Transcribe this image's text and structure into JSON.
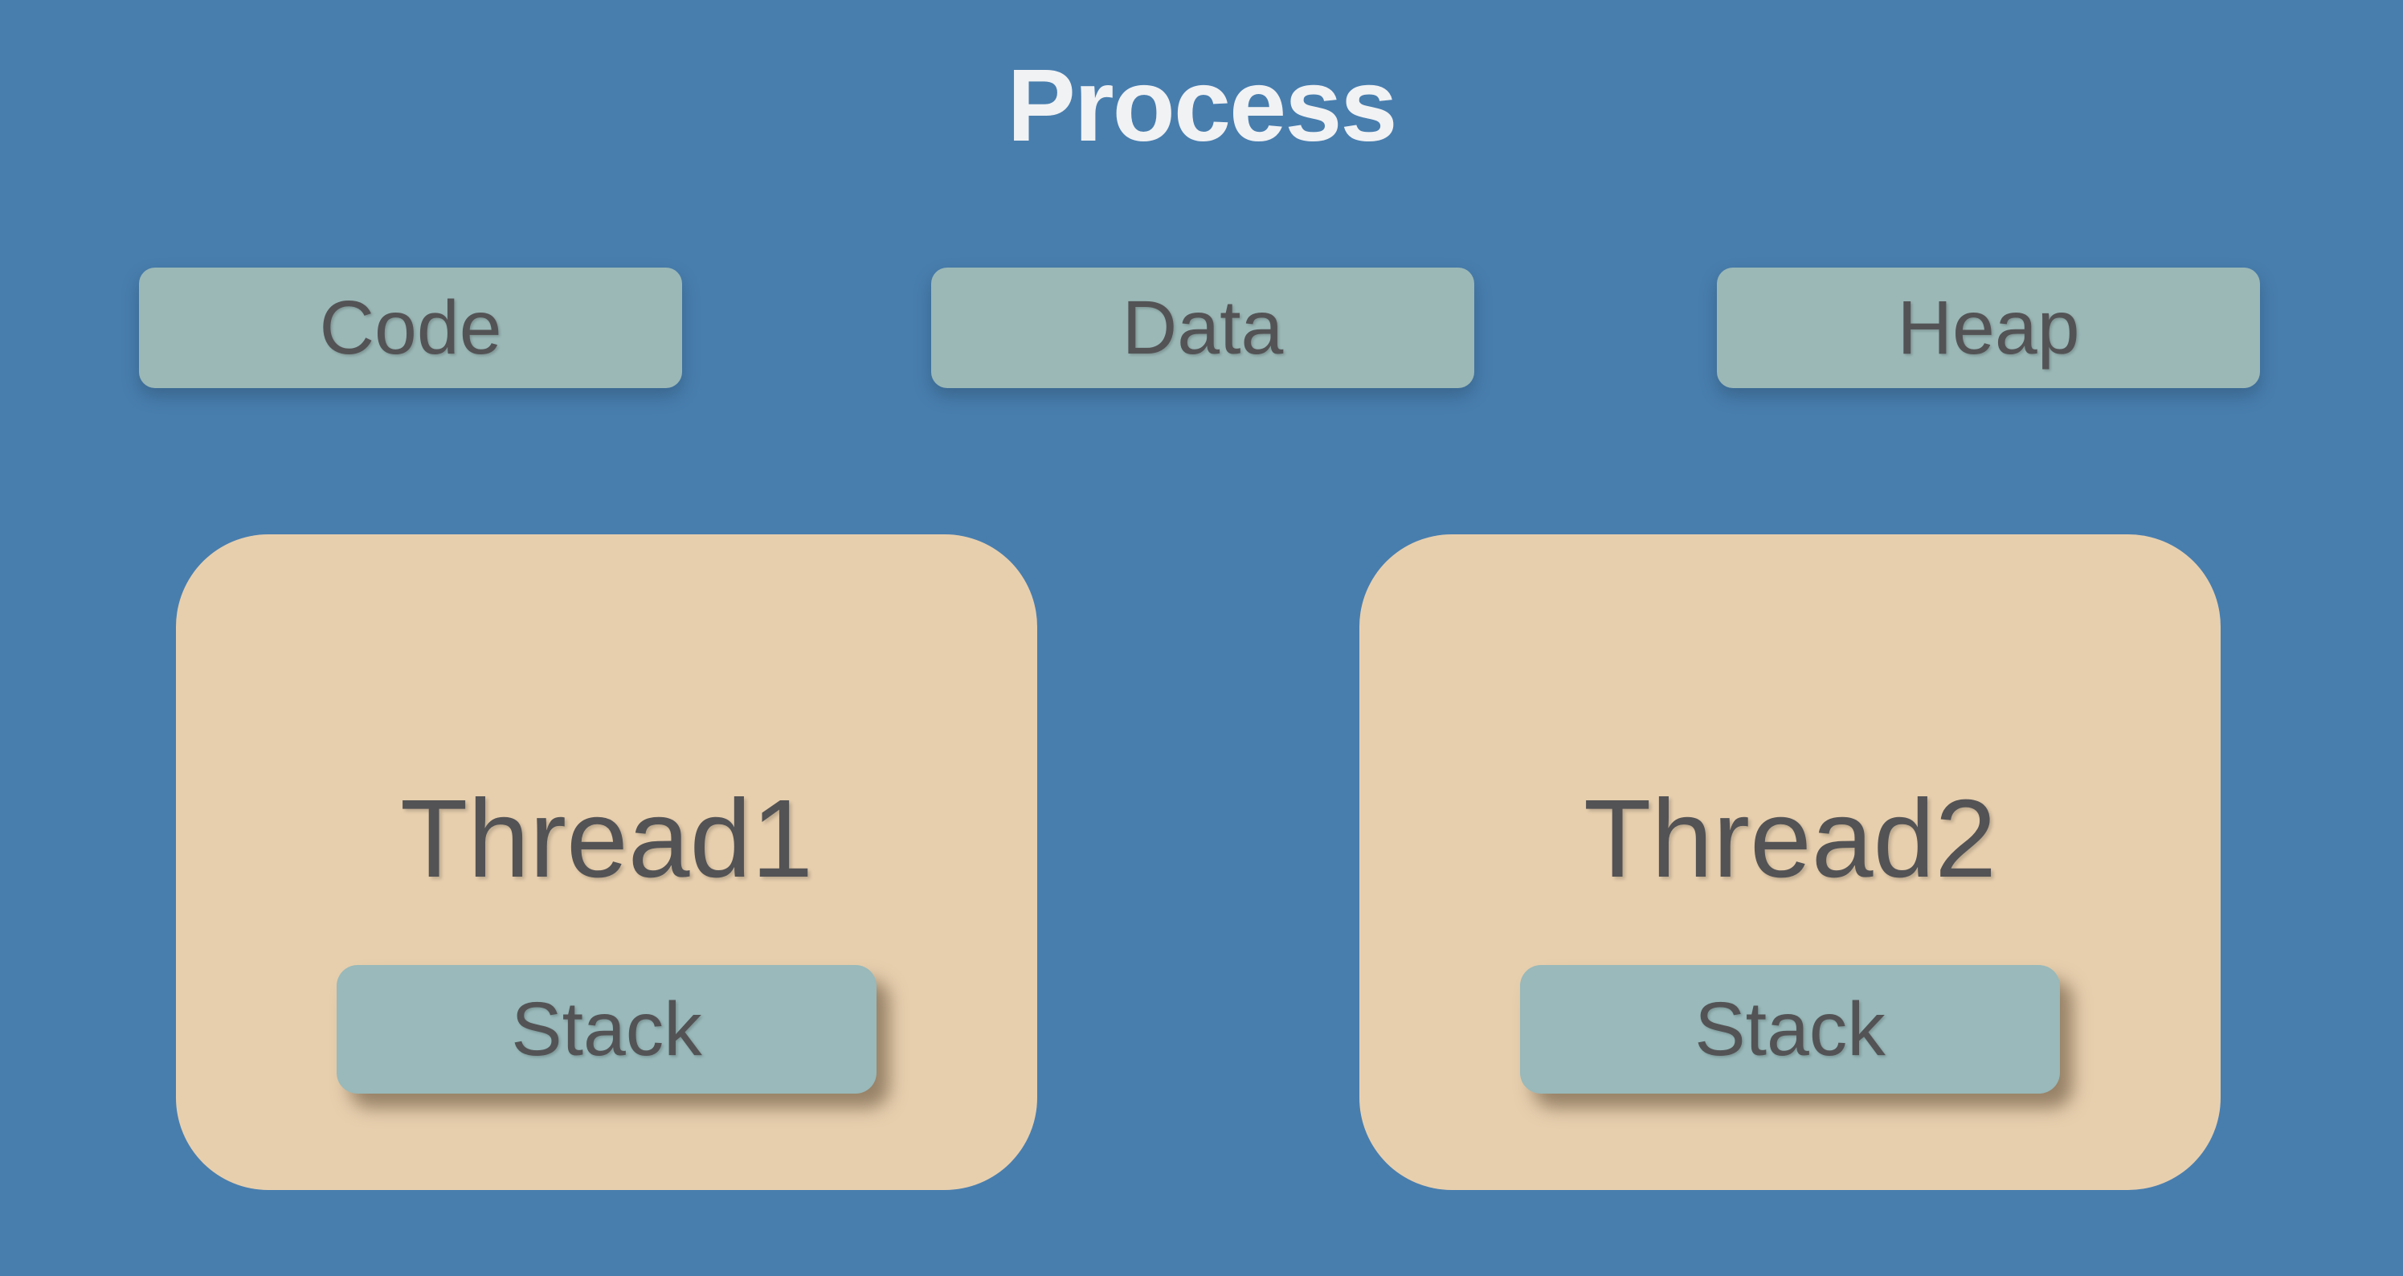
{
  "diagram": {
    "title": "Process",
    "segments": [
      {
        "label": "Code"
      },
      {
        "label": "Data"
      },
      {
        "label": "Heap"
      }
    ],
    "threads": [
      {
        "label": "Thread1",
        "stack_label": "Stack"
      },
      {
        "label": "Thread2",
        "stack_label": "Stack"
      }
    ],
    "colors": {
      "background": "#487eae",
      "segment_box": "#9bb8b7",
      "thread_box": "#e7cfae",
      "stack_box": "#99b9ba",
      "label_text": "#535355",
      "title_text": "#f1f2f4",
      "stack_shadow": "rgba(86,66,46,0.55)"
    }
  }
}
